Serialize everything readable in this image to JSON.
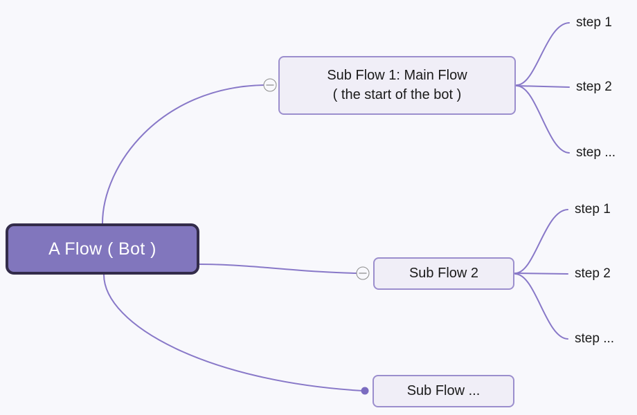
{
  "diagram": {
    "type": "mind-map",
    "background_color": "#f8f8fc",
    "accent_color": "#8878c8",
    "root_fill_color": "#8176bd",
    "root_border_color": "#332c4a",
    "branch_fill_color": "#f0eef7",
    "branch_border_color": "#9b8ecd"
  },
  "root": {
    "label": "A Flow ( Bot )"
  },
  "branches": [
    {
      "id": "sub-flow-1",
      "label_line1": "Sub Flow 1: Main Flow",
      "label_line2": "( the start of the bot )",
      "handle": "collapse-minus",
      "leaves": [
        {
          "label": "step 1"
        },
        {
          "label": "step 2"
        },
        {
          "label": "step ..."
        }
      ]
    },
    {
      "id": "sub-flow-2",
      "label": "Sub Flow 2",
      "handle": "collapse-minus",
      "leaves": [
        {
          "label": "step 1"
        },
        {
          "label": "step 2"
        },
        {
          "label": "step ..."
        }
      ]
    },
    {
      "id": "sub-flow-3",
      "label": "Sub Flow ...",
      "handle": "bullet-dot",
      "leaves": []
    }
  ]
}
